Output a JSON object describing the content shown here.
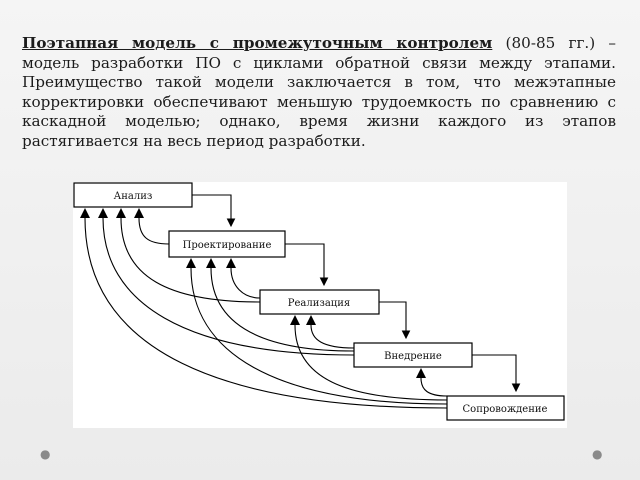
{
  "paragraph": {
    "term": "Поэтапная модель с промежуточным контролем",
    "rest": " (80-85 гг.) – модель разработки ПО с циклами обратной связи между этапами. Преимущество такой модели заключается в том, что межэтапные корректировки обеспечивают меньшую трудоемкость по сравнению с каскадной моделью; однако, время жизни каждого из этапов растягивается на весь период разработки."
  },
  "diagram": {
    "stages": [
      "Анализ",
      "Проектирование",
      "Реализация",
      "Внедрение",
      "Сопровождение"
    ]
  },
  "nav": {
    "prev_icon": "dot",
    "next_icon": "dot"
  }
}
